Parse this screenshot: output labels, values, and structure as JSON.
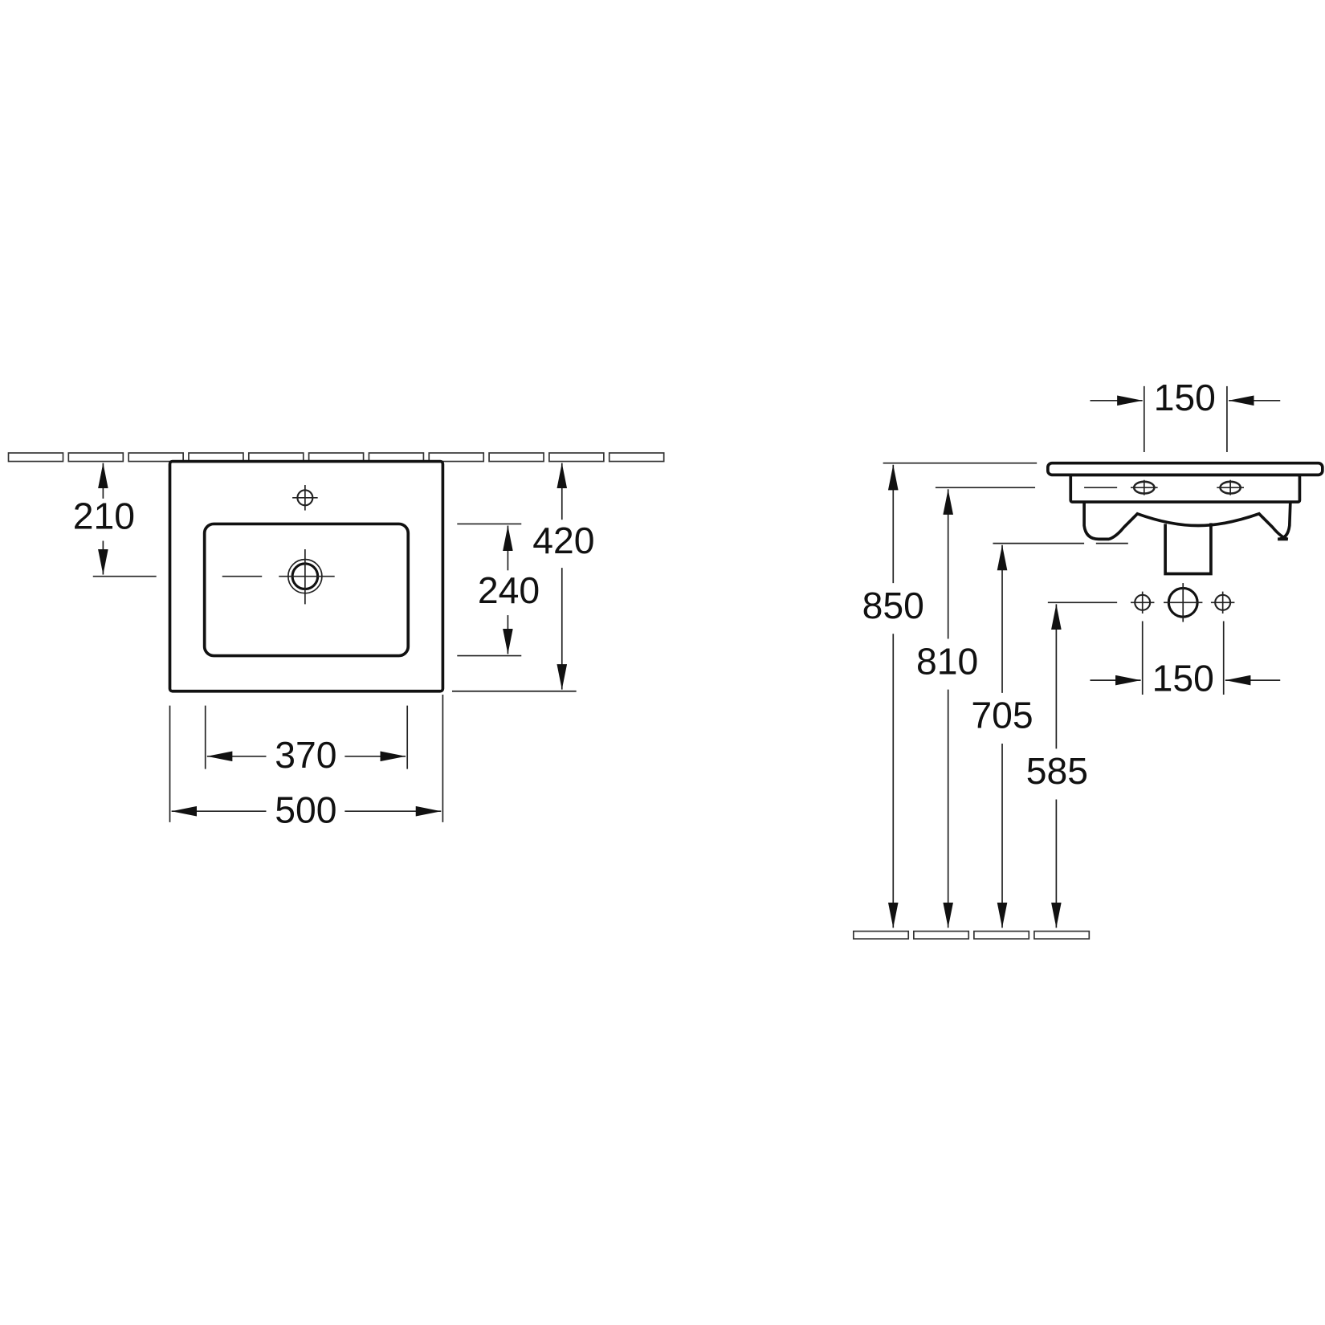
{
  "plan_view": {
    "dimensions": {
      "tap_to_drain_depth": "210",
      "overall_depth": "420",
      "basin_depth": "240",
      "basin_width": "370",
      "overall_width": "500"
    }
  },
  "side_view": {
    "dimensions": {
      "tap_hole_spacing_top": "150",
      "top_height": "850",
      "overflow_height": "810",
      "bottom_height": "705",
      "supply_height": "585",
      "supply_spacing": "150"
    }
  },
  "colors": {
    "line": "#111111",
    "background": "#ffffff"
  }
}
